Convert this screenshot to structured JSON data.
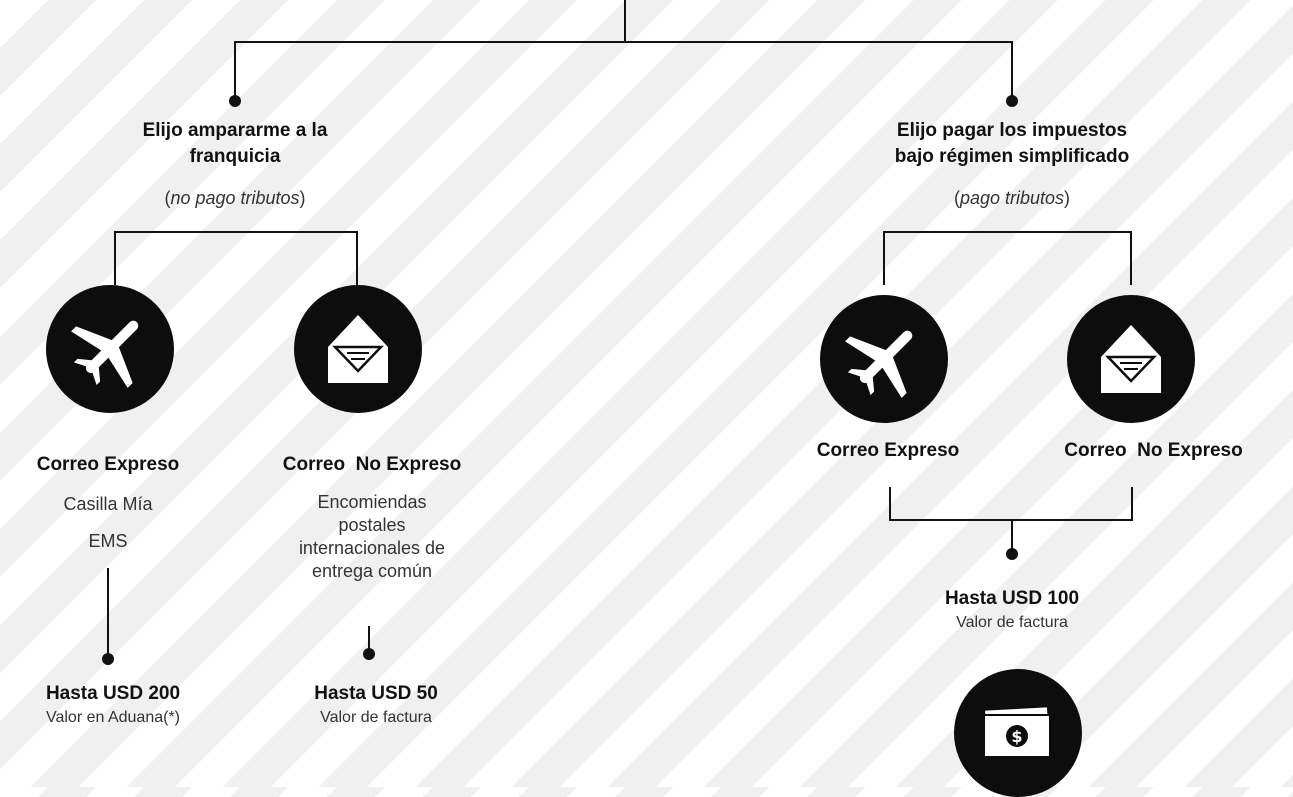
{
  "left": {
    "title_line1": "Elijo ampararme a la",
    "title_line2": "franquicia",
    "subtitle_italic": "no pago tributos",
    "express": {
      "title": "Correo Expreso",
      "line1": "Casilla Mía",
      "line2": "EMS",
      "limit": "Hasta USD 200",
      "limit_note": "Valor en Aduana(*)"
    },
    "non_express": {
      "title": "Correo  No Expreso",
      "desc1": "Encomiendas",
      "desc2": "postales",
      "desc3": "internacionales de",
      "desc4": "entrega común",
      "limit": "Hasta USD 50",
      "limit_note": "Valor de factura"
    }
  },
  "right": {
    "title_line1": "Elijo pagar los impuestos",
    "title_line2": "bajo régimen simplificado",
    "subtitle_italic": "pago tributos",
    "express_title": "Correo Expreso",
    "non_express_title": "Correo  No Expreso",
    "limit": "Hasta USD 100",
    "limit_note": "Valor de factura"
  },
  "icons": [
    "airplane-icon",
    "envelope-icon",
    "airplane-icon",
    "envelope-icon",
    "money-icon"
  ],
  "colors": {
    "foreground": "#0d0d0d",
    "background": "#ffffff",
    "stripe": "#f0f0f0"
  }
}
